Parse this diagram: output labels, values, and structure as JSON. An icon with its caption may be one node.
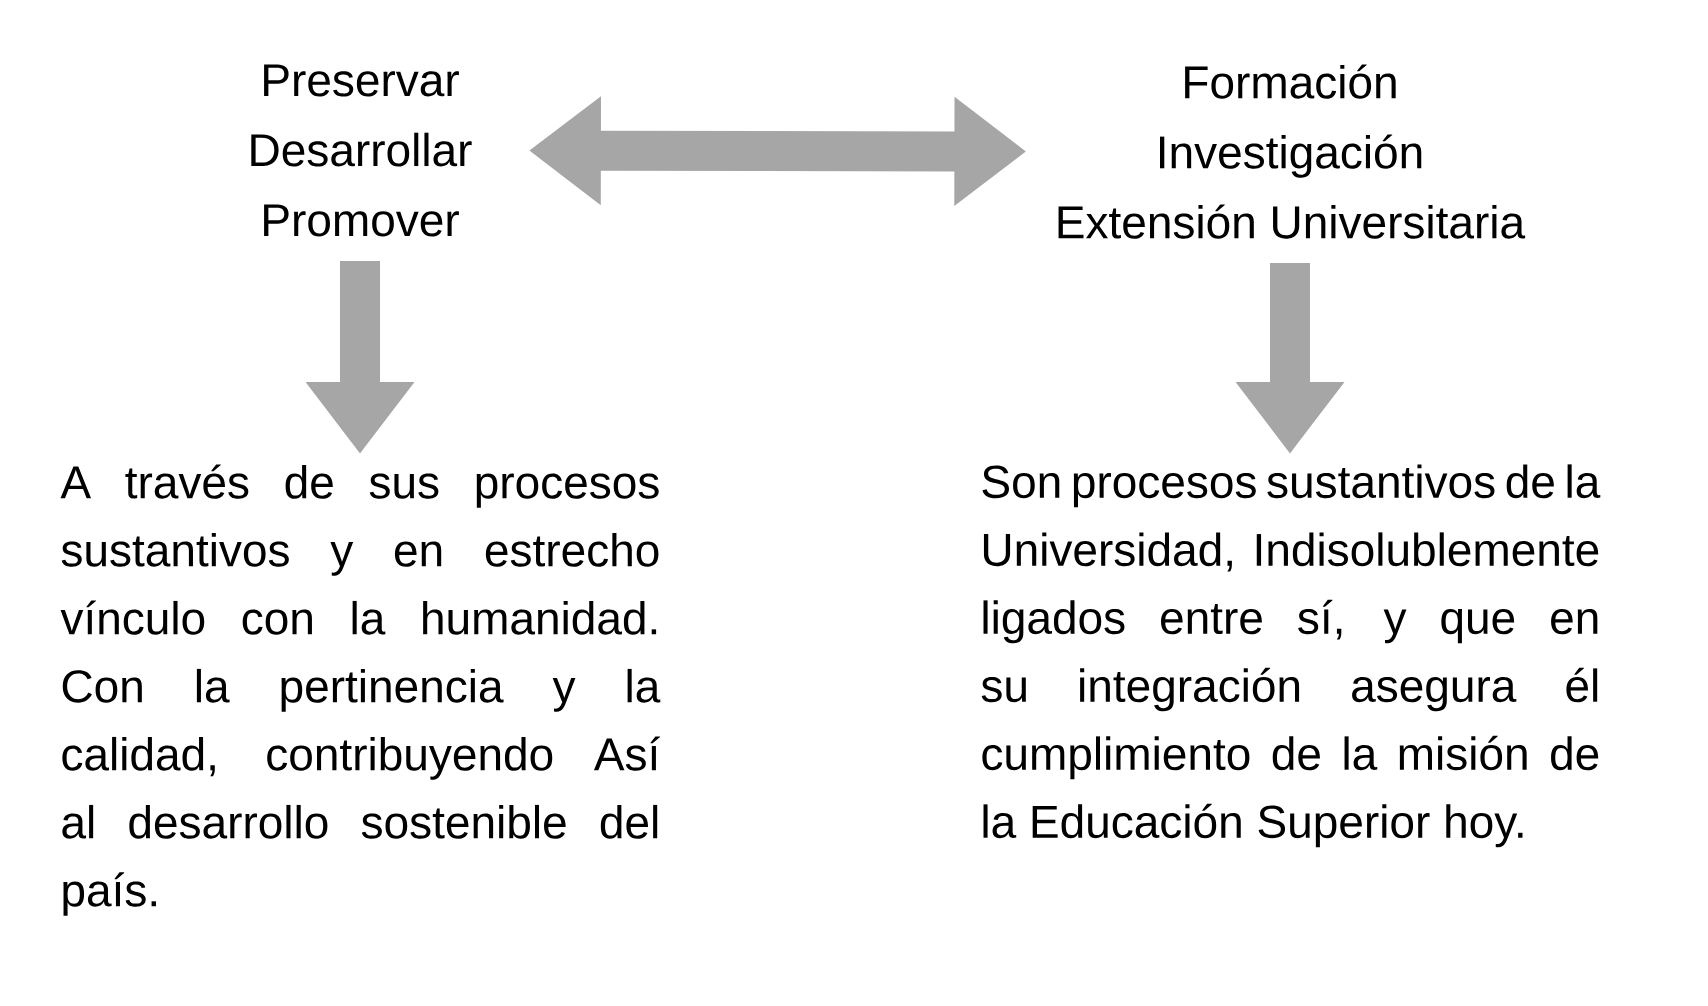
{
  "diagram": {
    "nodes": [
      {
        "text": [
          "Preservar",
          "Desarrollar",
          "Promover"
        ]
      },
      {
        "text": [
          "Formación",
          "Investigación",
          "Extensión Universitaria"
        ]
      },
      {
        "text": [
          "A través de sus procesos sustantivos y en estrecho vínculo con la humanidad. Con la pertinencia y la calidad, contribuyendo Así al desarrollo sostenible del país."
        ]
      },
      {
        "text": [
          "Son procesos sustantivos de la Universidad, Indisolublemente ligados entre sí, y que en su integración asegura él cumplimiento de la misión de la Educación Superior hoy."
        ]
      }
    ],
    "edges": [
      {
        "from": 0,
        "to": 1,
        "arrow": "both"
      },
      {
        "from": 0,
        "to": 2,
        "arrow": "to"
      },
      {
        "from": 1,
        "to": 3,
        "arrow": "to"
      }
    ]
  }
}
